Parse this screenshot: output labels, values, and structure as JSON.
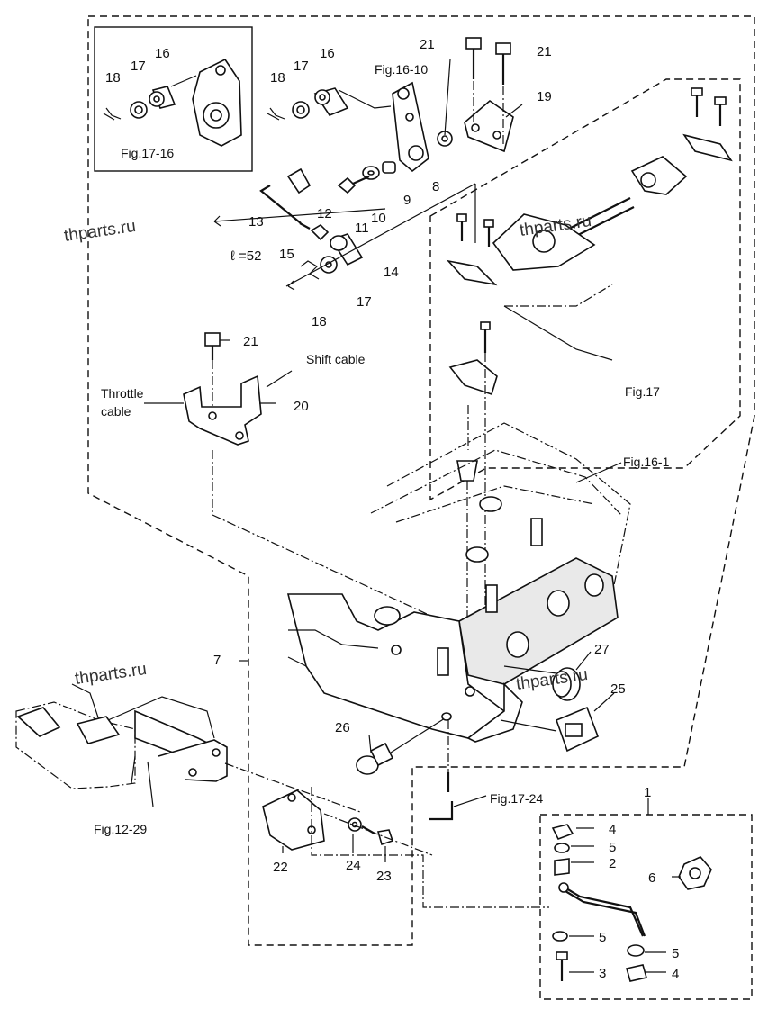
{
  "watermarks": [
    "thparts.ru",
    "thparts.ru",
    "thparts.ru",
    "thparts.ru"
  ],
  "refs": {
    "fig_17_16": "Fig.17-16",
    "fig_16_10": "Fig.16-10",
    "fig_17": "Fig.17",
    "fig_16_1": "Fig.16-1",
    "fig_12_29": "Fig.12-29",
    "fig_17_24": "Fig.17-24"
  },
  "notes": {
    "shift_cable": "Shift cable",
    "throttle_cable_1": "Throttle",
    "throttle_cable_2": "cable",
    "length": "ℓ =52"
  },
  "parts": {
    "p1": "1",
    "p2": "2",
    "p3": "3",
    "p4a": "4",
    "p4b": "4",
    "p5a": "5",
    "p5b": "5",
    "p5c": "5",
    "p6": "6",
    "p7": "7",
    "p8": "8",
    "p9": "9",
    "p10": "10",
    "p11": "11",
    "p12": "12",
    "p13": "13",
    "p14": "14",
    "p15": "15",
    "p16a": "16",
    "p16b": "16",
    "p17a": "17",
    "p17b": "17",
    "p17c": "17",
    "p18a": "18",
    "p18b": "18",
    "p18c": "18",
    "p19": "19",
    "p20": "20",
    "p21a": "21",
    "p21b": "21",
    "p21c": "21",
    "p22": "22",
    "p23": "23",
    "p24": "24",
    "p25": "25",
    "p26": "26",
    "p27": "27"
  }
}
